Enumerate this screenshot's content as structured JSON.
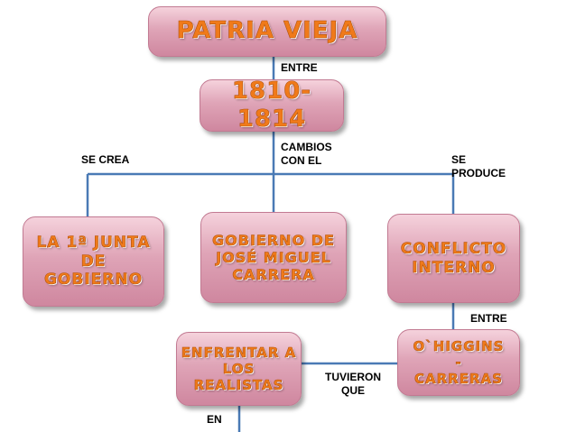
{
  "nodes": {
    "patria_vieja": "PATRIA VIEJA",
    "years": "1810-1814",
    "primera_junta": "LA 1ª JUNTA\nDE\nGOBIERNO",
    "gobierno_carrera": "GOBIERNO DE\nJOSÉ MIGUEL\nCARRERA",
    "conflicto": "CONFLICTO\nINTERNO",
    "ohiggins_carreras": "O`HIGGINS\n-\nCARRERAS",
    "enfrentar": "ENFRENTAR A\nLOS\nREALISTAS"
  },
  "labels": {
    "entre_top": "ENTRE",
    "cambios": "CAMBIOS\nCON EL",
    "se_crea": "SE CREA",
    "se_produce": "SE\nPRODUCE",
    "entre_bottom": "ENTRE",
    "tuvieron": "TUVIERON\nQUE",
    "en": "EN"
  },
  "colors": {
    "node_fill": "#dfa4b7",
    "node_text": "#f07a1a",
    "connector": "#4a7ab5"
  }
}
